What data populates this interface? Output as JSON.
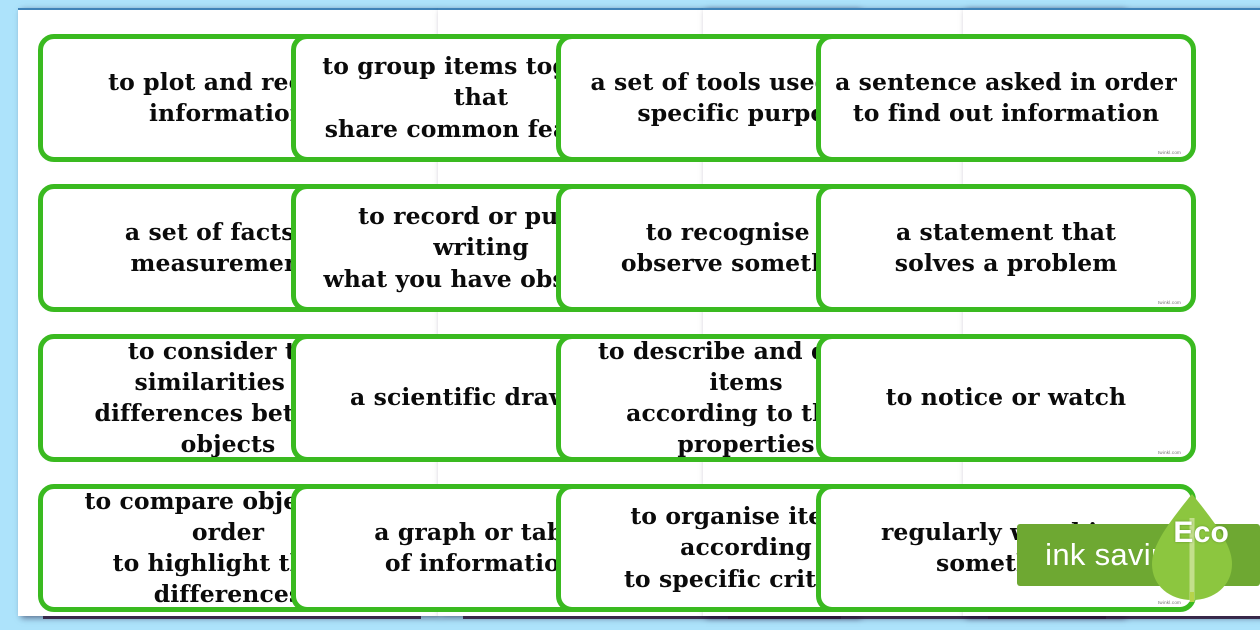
{
  "canvas": {
    "background_color": "#ade3fb",
    "sheet_color": "#ffffff",
    "card_border_color": "#3aba20",
    "text_color": "#0b0b0b"
  },
  "sheets": [
    {
      "id": "sheet-1",
      "clipped": false,
      "cards": [
        {
          "text": "to plot and record\ninformation",
          "credit": "twinkl.com"
        },
        {
          "text": "a set of facts or\nmeasurements",
          "credit": "twinkl.com"
        },
        {
          "text": "to consider the similarities or\ndifferences between objects",
          "credit": "twinkl.com"
        },
        {
          "text": "to compare objects in order\nto highlight their differences",
          "credit": "twinkl.com"
        }
      ]
    },
    {
      "id": "sheet-2",
      "clipped": true,
      "cards": [
        {
          "text": "to group items together that\nshare common features",
          "credit": "twinkl.com"
        },
        {
          "text": "to record or put in writing\nwhat you have observed",
          "credit": "twinkl.com"
        },
        {
          "text": "a scientific drawing",
          "credit": "twinkl.com"
        },
        {
          "text": "a graph or table\nof information",
          "credit": "twinkl.com"
        }
      ]
    },
    {
      "id": "sheet-3",
      "clipped": true,
      "cards": [
        {
          "text": "a set of tools used for a\nspecific purpose",
          "credit": "twinkl.com"
        },
        {
          "text": "to recognise or\nobserve something",
          "credit": "twinkl.com"
        },
        {
          "text": "to describe and define items\naccording to their properties",
          "credit": "twinkl.com"
        },
        {
          "text": "to organise items according\nto specific criteria",
          "credit": "twinkl.com"
        }
      ]
    },
    {
      "id": "sheet-4",
      "clipped": true,
      "cards": [
        {
          "text": "a sentence asked in order\nto find out information",
          "credit": "twinkl.com"
        },
        {
          "text": "a statement that\nsolves a problem",
          "credit": "twinkl.com"
        },
        {
          "text": "to notice or watch",
          "credit": "twinkl.com"
        },
        {
          "text": "regularly watching\nsomething",
          "credit": "twinkl.com"
        }
      ]
    }
  ],
  "eco_badge": {
    "bar_label": "ink saving",
    "leaf_label": "Eco",
    "bar_color": "#6ea832",
    "leaf_color": "#8cc63f"
  }
}
